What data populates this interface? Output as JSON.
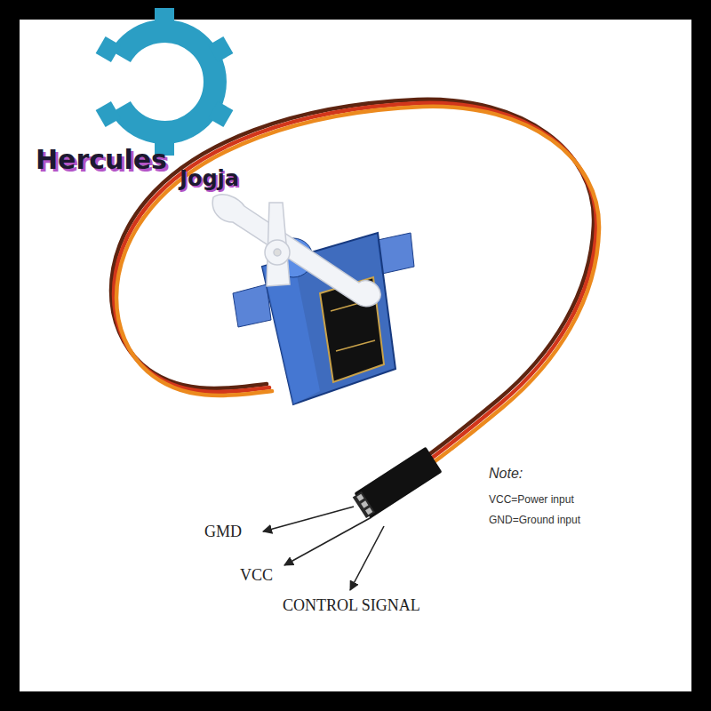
{
  "diagram": {
    "labels": [
      "Hercules",
      "Jogja",
      "GMD",
      "VCC",
      "CONTROL SIGNAL",
      "Note:",
      "VCC=Power input",
      "GND=Ground input"
    ]
  }
}
